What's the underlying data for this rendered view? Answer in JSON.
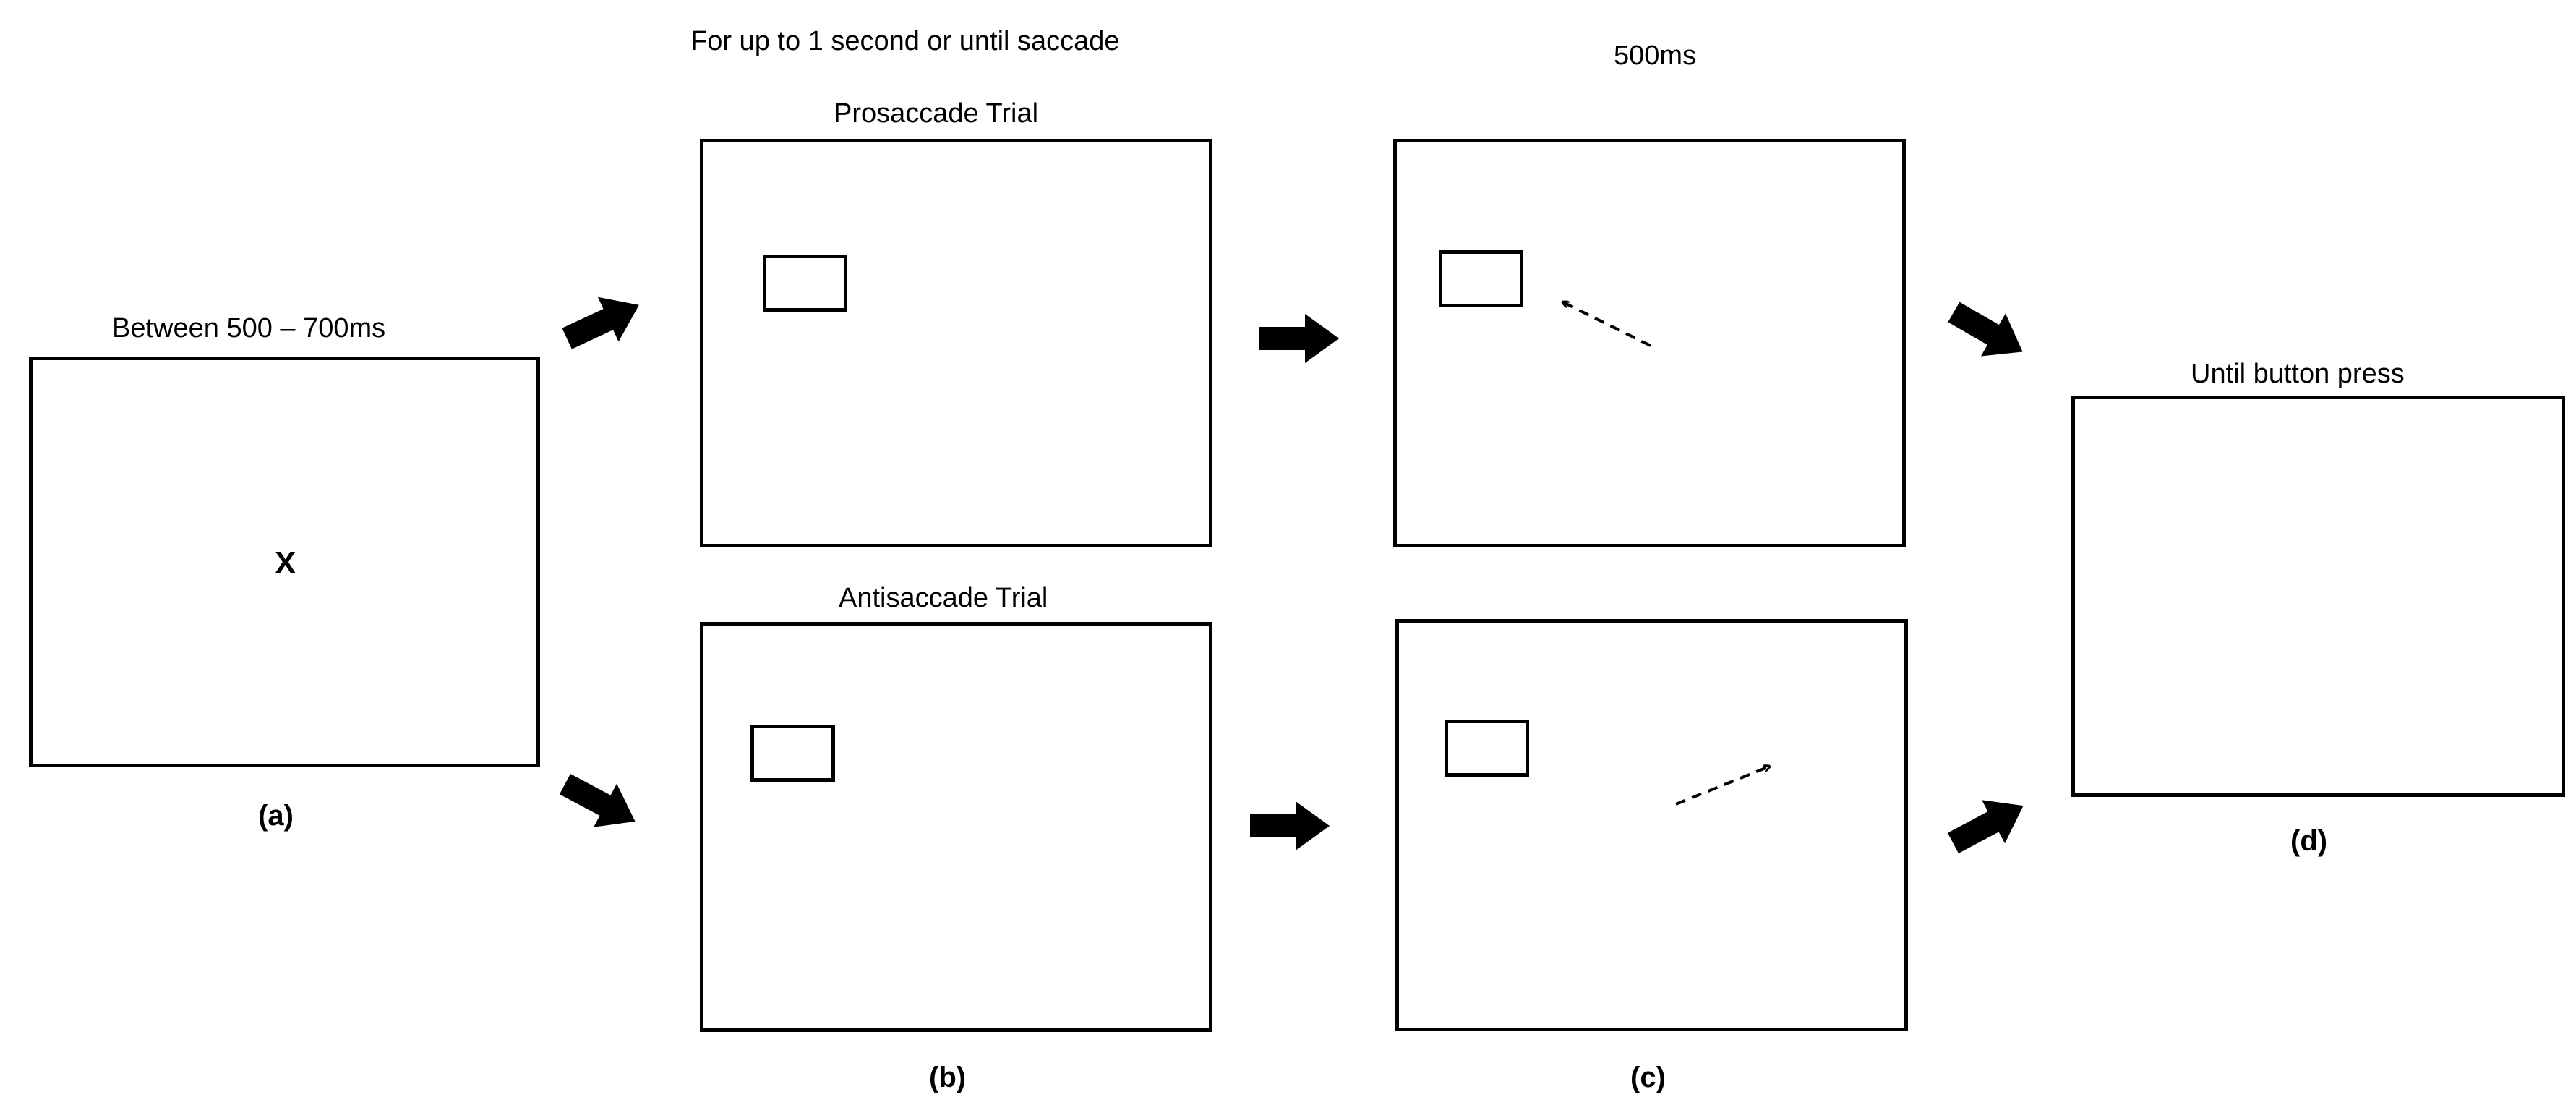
{
  "labels": {
    "stage_b_duration": "For up to 1 second or until saccade",
    "stage_c_duration": "500ms",
    "prosaccade_title": "Prosaccade Trial",
    "stage_a_duration": "Between 500 – 700ms",
    "antisaccade_title": "Antisaccade Trial",
    "stage_d_duration": "Until button press"
  },
  "fixation_mark": "X",
  "captions": {
    "a": "(a)",
    "b": "(b)",
    "c": "(c)",
    "d": "(d)"
  },
  "colors": {
    "stroke": "#000000",
    "background": "#ffffff"
  },
  "icons": {
    "flow_arrow": "block-arrow-icon",
    "saccade_arrow": "dashed-arrow-icon"
  }
}
